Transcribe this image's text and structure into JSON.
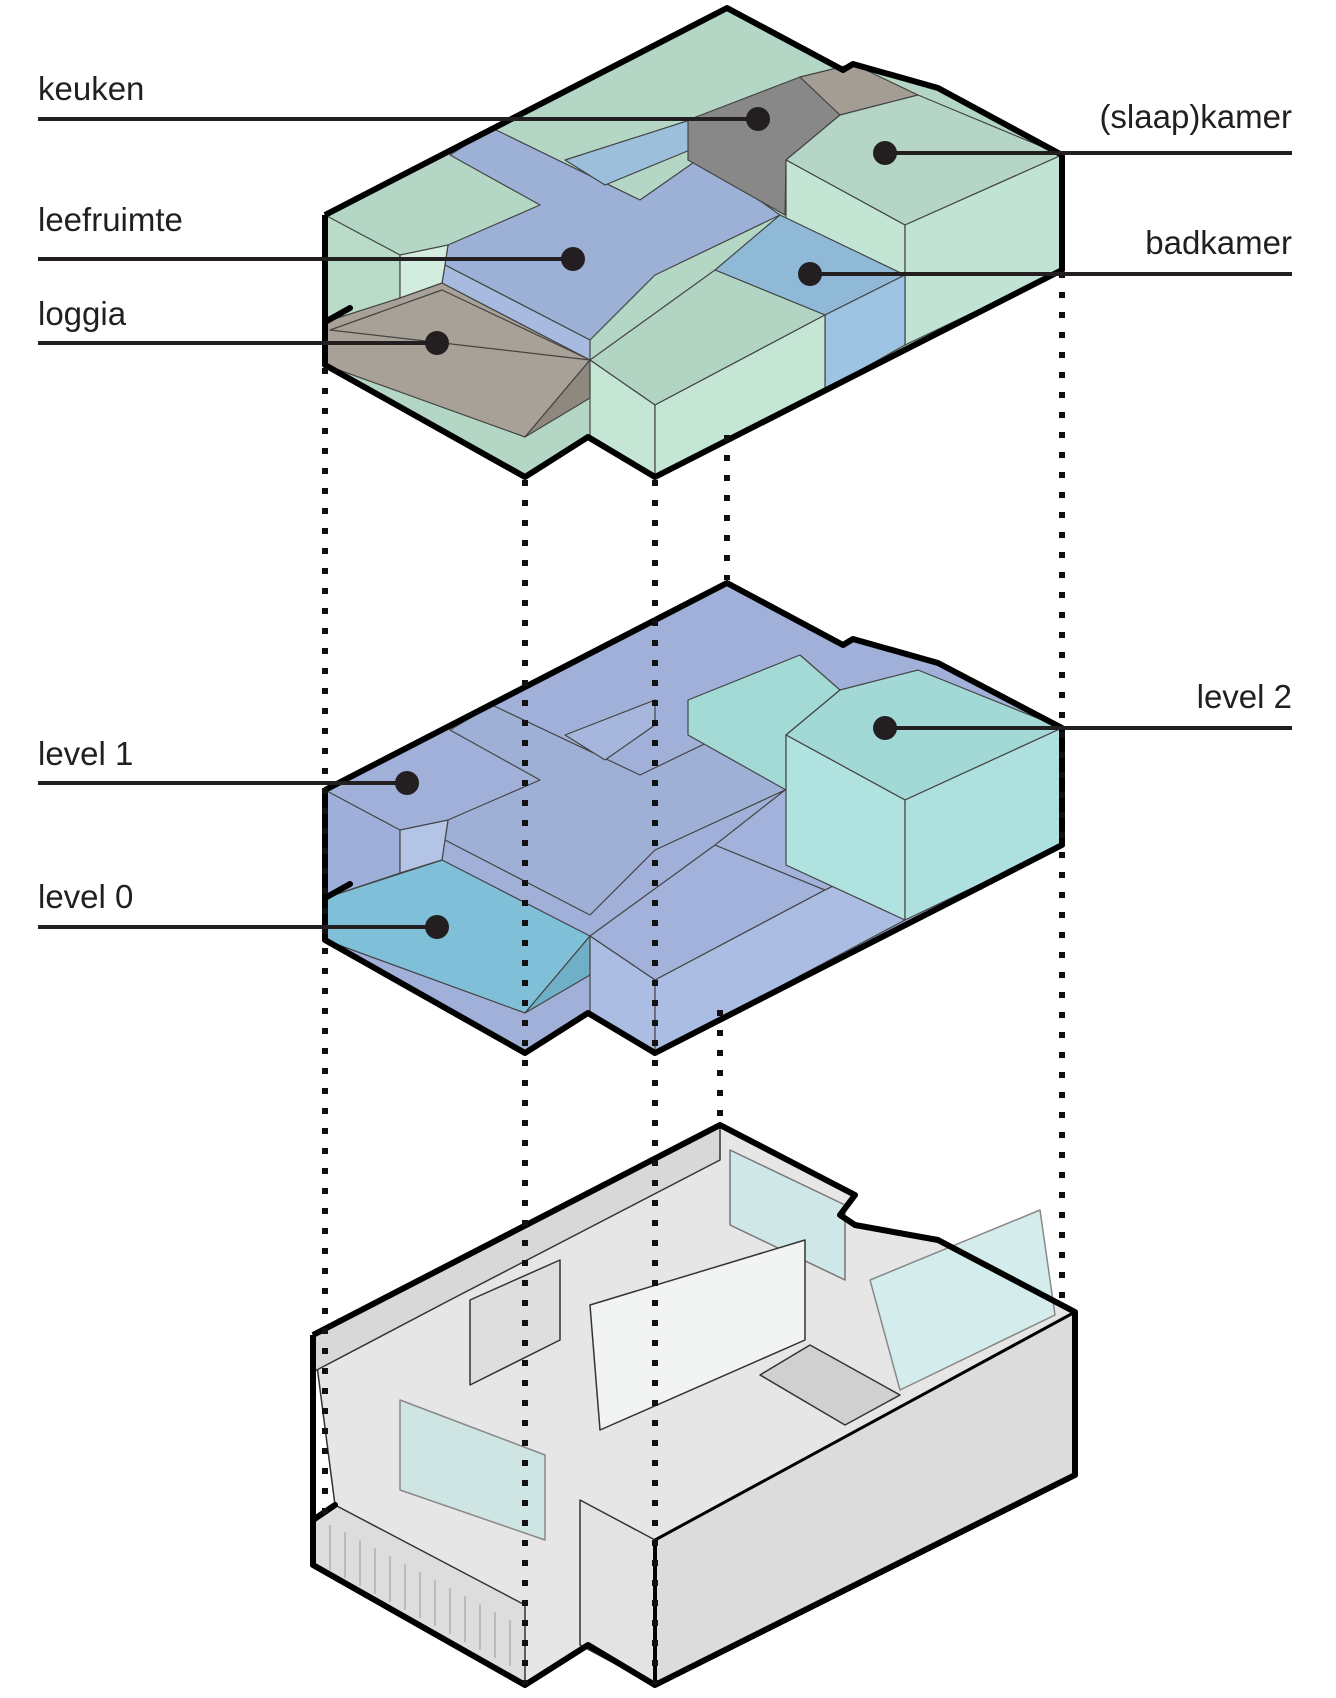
{
  "diagram": {
    "room_labels": {
      "keuken": "keuken",
      "slaapkamer": "(slaap)kamer",
      "leefruimte": "leefruimte",
      "badkamer": "badkamer",
      "loggia": "loggia"
    },
    "level_labels": {
      "level2": "level 2",
      "level1": "level 1",
      "level0": "level 0"
    },
    "colors": {
      "keuken": "#878787",
      "slaapkamer": "#b5d8c6",
      "leefruimte": "#9cb1d6",
      "badkamer": "#8eb8d6",
      "loggia": "#a59f95",
      "level2": "#a5dbd9",
      "level1": "#a0b0d8",
      "level0": "#7fbfd8",
      "outline": "#000000",
      "model_wall": "#dadada"
    }
  }
}
